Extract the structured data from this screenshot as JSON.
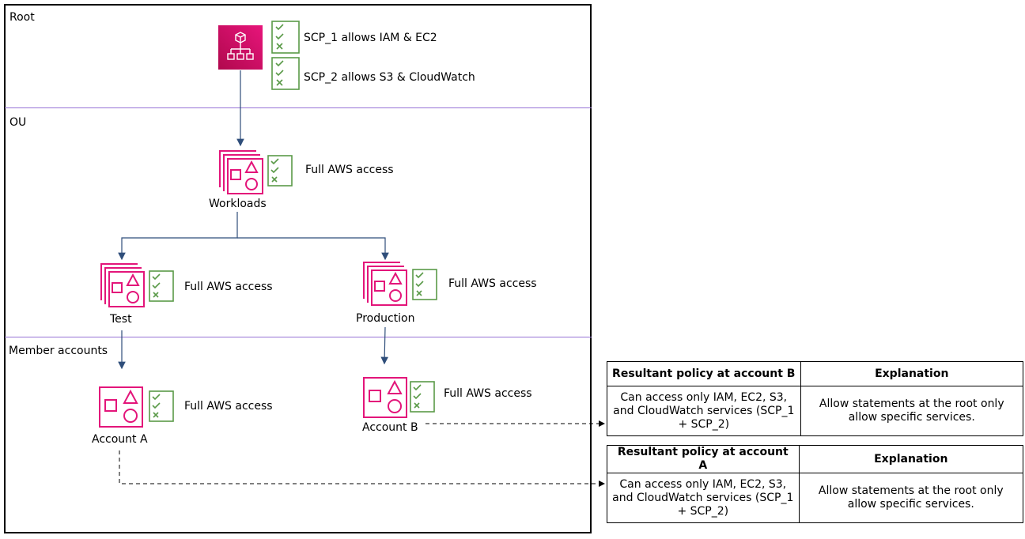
{
  "levels": {
    "root": "Root",
    "ou": "OU",
    "members": "Member accounts"
  },
  "root_policies": [
    {
      "text": "SCP_1 allows IAM & EC2"
    },
    {
      "text": "SCP_2 allows S3 & CloudWatch"
    }
  ],
  "nodes": {
    "workloads": {
      "label": "Workloads",
      "policy": "Full AWS access"
    },
    "test": {
      "label": "Test",
      "policy": "Full AWS access"
    },
    "production": {
      "label": "Production",
      "policy": "Full AWS access"
    },
    "account_a": {
      "label": "Account A",
      "policy": "Full AWS access"
    },
    "account_b": {
      "label": "Account B",
      "policy": "Full AWS access"
    }
  },
  "tables": [
    {
      "header_policy": "Resultant policy at account B",
      "header_explanation": "Explanation",
      "policy_text": "Can access only IAM, EC2, S3, and CloudWatch services (SCP_1 + SCP_2)",
      "explanation_text": "Allow statements at the root only allow specific services."
    },
    {
      "header_policy": "Resultant policy at account A",
      "header_explanation": "Explanation",
      "policy_text": "Can access only IAM, EC2, S3, and CloudWatch services (SCP_1 + SCP_2)",
      "explanation_text": "Allow statements at the root only allow specific services."
    }
  ],
  "colors": {
    "org_icon_bg": "#c6145a",
    "ou_icon": "#e3157a",
    "policy_icon": "#5a9a48",
    "divider": "#9673d6",
    "connector": "#2f4e7a"
  }
}
